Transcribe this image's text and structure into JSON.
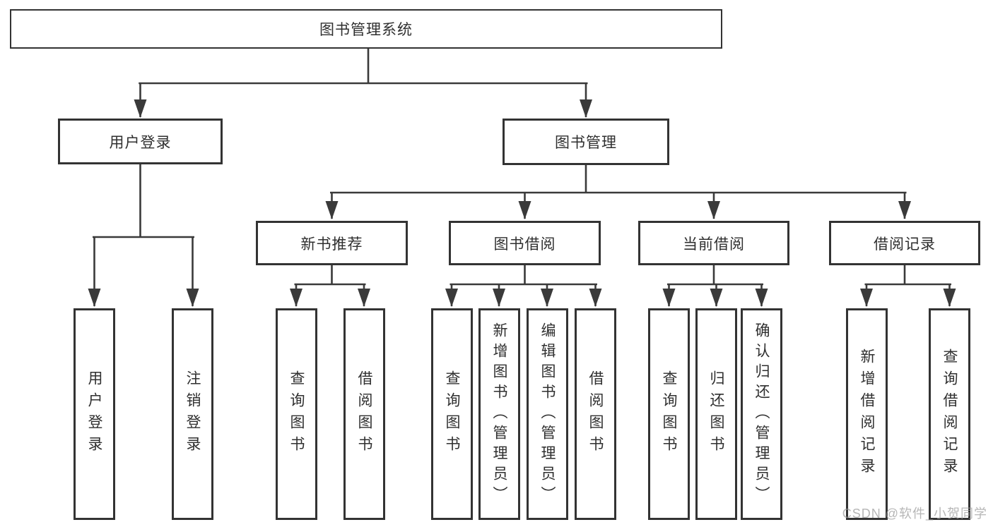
{
  "diagram_title": "图书管理系统",
  "branches": {
    "user_login": {
      "label": "用户登录",
      "children": [
        {
          "label": "用户登录"
        },
        {
          "label": "注销登录"
        }
      ]
    },
    "book_management": {
      "label": "图书管理",
      "modules": [
        {
          "label": "新书推荐",
          "children": [
            {
              "label": "查询图书"
            },
            {
              "label": "借阅图书"
            }
          ]
        },
        {
          "label": "图书借阅",
          "children": [
            {
              "label": "查询图书"
            },
            {
              "label": "新增图书（管理员）"
            },
            {
              "label": "编辑图书（管理员）"
            },
            {
              "label": "借阅图书"
            }
          ]
        },
        {
          "label": "当前借阅",
          "children": [
            {
              "label": "查询图书"
            },
            {
              "label": "归还图书"
            },
            {
              "label": "确认归还（管理员）"
            }
          ]
        },
        {
          "label": "借阅记录",
          "children": [
            {
              "label": "新增借阅记录"
            },
            {
              "label": "查询借阅记录"
            }
          ]
        }
      ]
    }
  },
  "watermark": "CSDN @软件_小贺同学",
  "colors": {
    "box_border": "#333333",
    "connector_line": "#3a3a3a",
    "text": "#2f2f2f",
    "watermark": "#c4c4c4",
    "background": "#ffffff"
  }
}
